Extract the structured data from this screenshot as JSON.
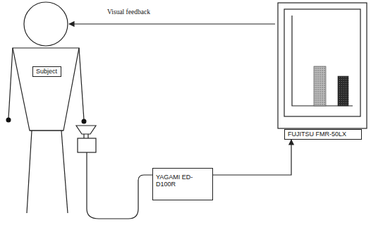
{
  "diagram": {
    "nodes": [
      {
        "text": [
          "Subject"
        ]
      },
      {
        "text": [
          "YAGAMI ED-D100R"
        ]
      },
      {
        "text": [
          "FUJITSU FMR-50LX"
        ]
      }
    ],
    "edges": [
      {
        "from": 1,
        "to": 2,
        "arrow": "to"
      }
    ],
    "labels": [
      "Visual feedback"
    ]
  }
}
